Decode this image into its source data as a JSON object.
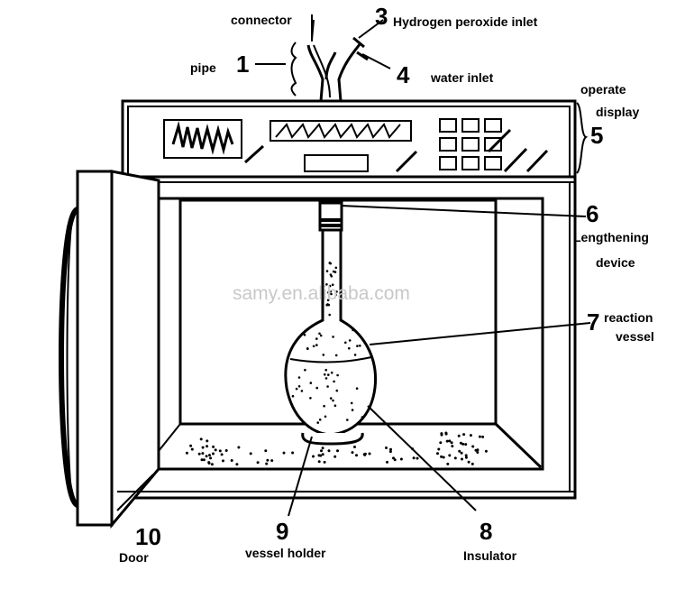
{
  "diagram": {
    "labels": {
      "connector": "connector",
      "pipe": "pipe",
      "hydrogen_inlet": "Hydrogen peroxide inlet",
      "water_inlet": "water inlet",
      "operate_display_1": "operate",
      "operate_display_2": "display",
      "lengthening_1": "Lengthening",
      "lengthening_2": "device",
      "reaction_1": "reaction",
      "reaction_2": "vessel",
      "insulator": "Insulator",
      "vessel_holder": "vessel holder",
      "door": "Door"
    },
    "numbers": {
      "n1": "1",
      "n3": "3",
      "n4": "4",
      "n5": "5",
      "n6": "6",
      "n7": "7",
      "n8": "8",
      "n9": "9",
      "n10": "10"
    },
    "watermark": "samy.en.alibaba.com"
  }
}
